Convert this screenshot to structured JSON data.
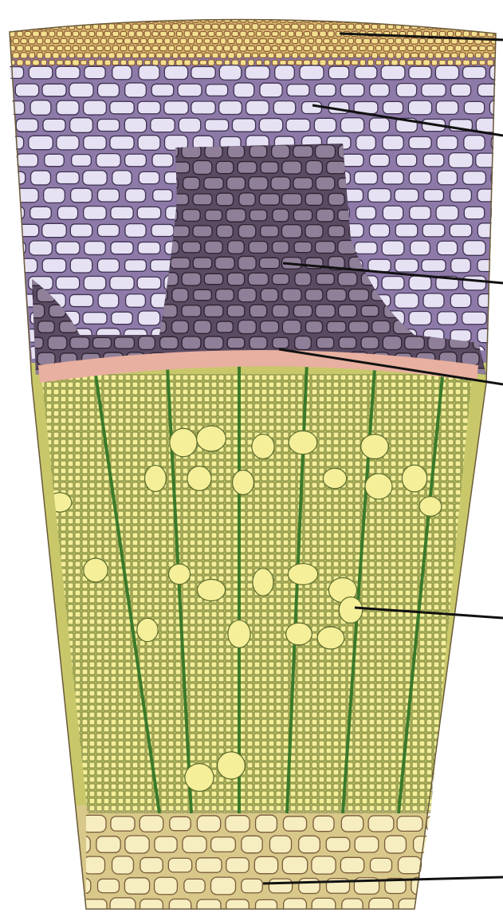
{
  "diagram": {
    "layers": [
      {
        "id": "epidermis",
        "color": "#d8b86a",
        "cell_color": "#f3e08f",
        "wall_color": "#8a5a3a"
      },
      {
        "id": "cortex",
        "color": "#8d7aa8",
        "cell_color": "#e6e2f3",
        "wall_color": "#3f3152"
      },
      {
        "id": "phloem",
        "color": "#5a4a62",
        "cell_color": "#8f7f98",
        "wall_color": "#2c2230"
      },
      {
        "id": "cambium",
        "color": "#c48a7a",
        "cell_color": "#e8b0a0",
        "wall_color": "#8a4a40"
      },
      {
        "id": "xylem",
        "color": "#c8c86a",
        "cell_color": "#f5ef9a",
        "wall_color": "#5a6a2a",
        "ray_color": "#3a7a2a"
      },
      {
        "id": "pith",
        "color": "#d8c88a",
        "cell_color": "#f6eec0",
        "wall_color": "#7a5a3a"
      }
    ],
    "callouts": [
      {
        "layer": "epidermis"
      },
      {
        "layer": "cortex"
      },
      {
        "layer": "phloem"
      },
      {
        "layer": "cambium"
      },
      {
        "layer": "xylem"
      },
      {
        "layer": "pith"
      }
    ]
  }
}
